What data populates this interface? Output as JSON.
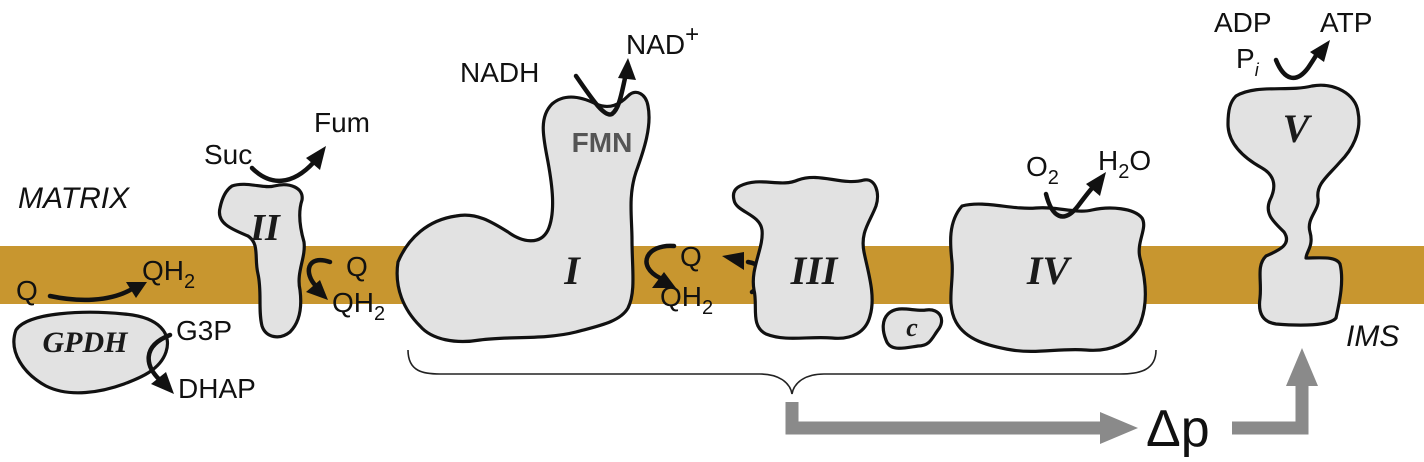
{
  "colors": {
    "membrane": "#c8962f",
    "complex_fill": "#e2e2e2",
    "outline": "#111111",
    "proton_flow": "#8a8a8a",
    "fmn_text": "#555555"
  },
  "regions": {
    "matrix": "MATRIX",
    "ims": "IMS"
  },
  "complexes": {
    "gpdh": "GPDH",
    "c2": "II",
    "c1": "I",
    "c3": "III",
    "cytc": "c",
    "c4": "IV",
    "c5": "V"
  },
  "labels": {
    "fmn": "FMN",
    "nadh": "NADH",
    "nad": "NAD",
    "nad_sup": "+",
    "suc": "Suc",
    "fum": "Fum",
    "o2": "O",
    "o2_sub": "2",
    "h2o_h": "H",
    "h2o_sub": "2",
    "h2o_o": "O",
    "adp": "ADP",
    "pi": "P",
    "pi_sub": "i",
    "atp": "ATP",
    "g3p": "G3P",
    "dhap": "DHAP",
    "q": "Q",
    "qh": "QH",
    "qh_sub": "2",
    "delta_p": "Δp"
  }
}
